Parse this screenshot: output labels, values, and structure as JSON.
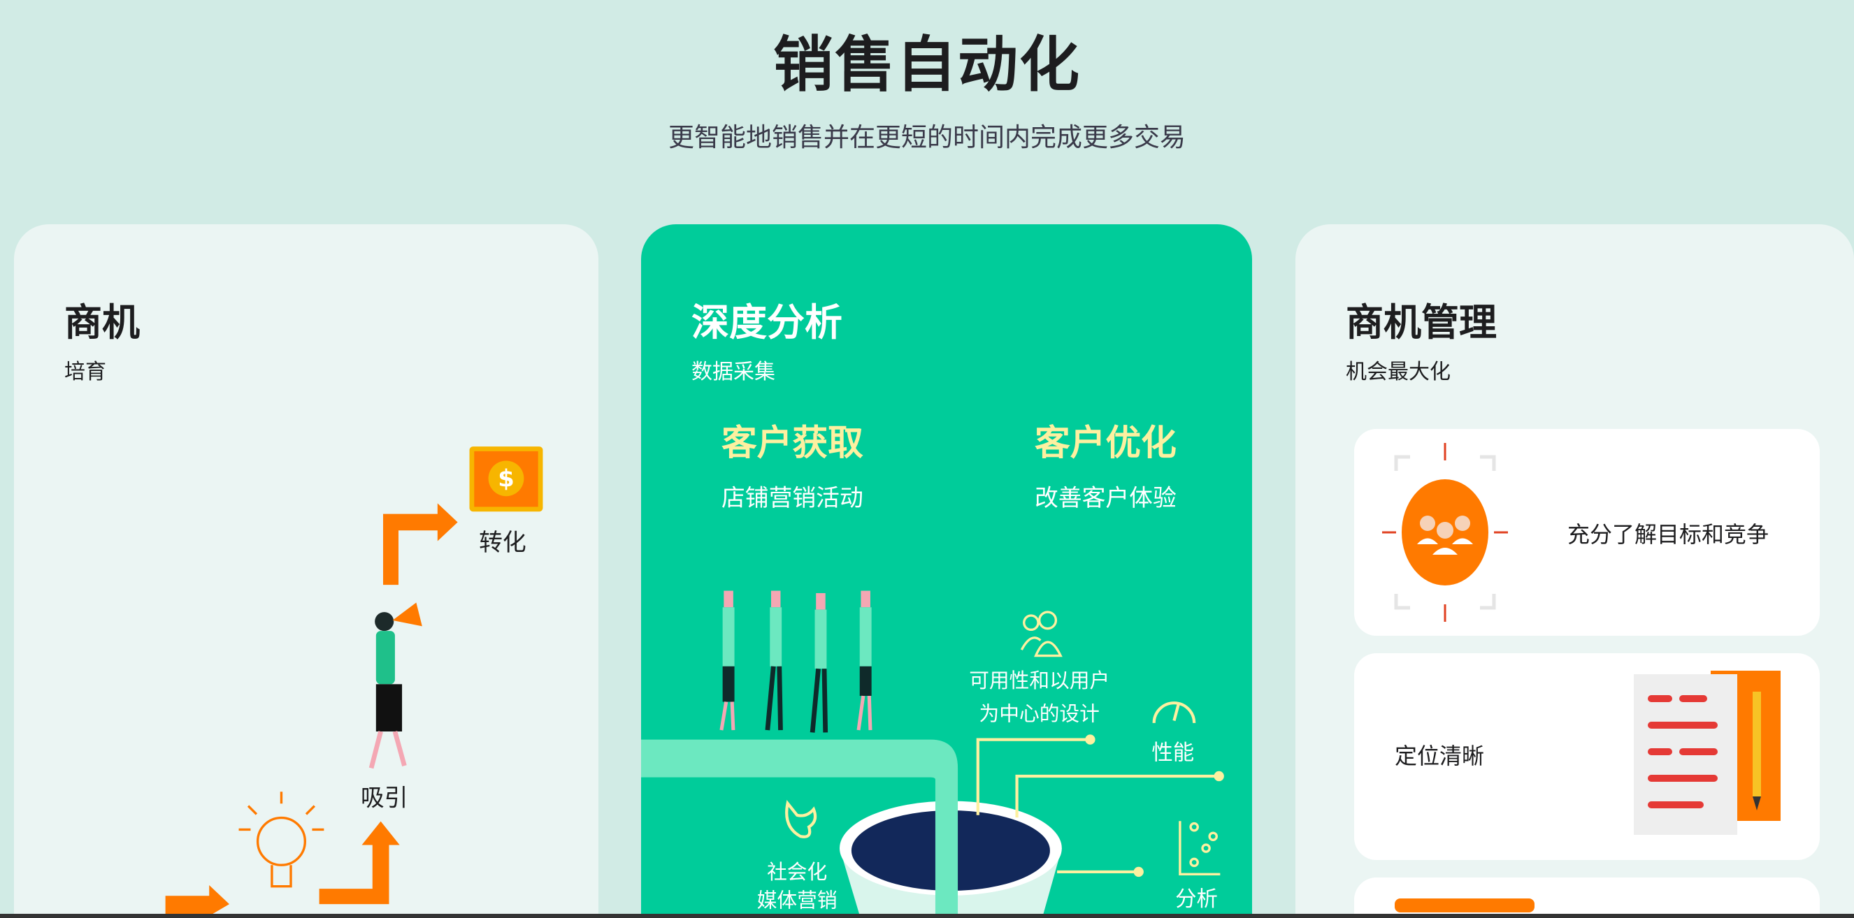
{
  "header": {
    "title": "销售自动化",
    "subtitle": "更智能地销售并在更短的时间内完成更多交易"
  },
  "cards": [
    {
      "title": "商机",
      "subtitle": "培育",
      "labels": {
        "convert": "转化",
        "attract": "吸引"
      }
    },
    {
      "title": "深度分析",
      "subtitle": "数据采集",
      "columns": [
        {
          "heading": "客户获取",
          "text": "店铺营销活动"
        },
        {
          "heading": "客户优化",
          "text": "改善客户体验"
        }
      ],
      "labels": {
        "usability_1": "可用性和以用户",
        "usability_2": "为中心的设计",
        "performance": "性能",
        "social_1": "社会化",
        "social_2": "媒体营销",
        "analysis": "分析"
      }
    },
    {
      "title": "商机管理",
      "subtitle": "机会最大化",
      "items": [
        {
          "text": "充分了解目标和竞争"
        },
        {
          "text": "定位清晰"
        }
      ]
    }
  ],
  "colors": {
    "background": "#d1ebe5",
    "card_light": "#ebf5f3",
    "card_green": "#00cc9a",
    "accent_orange": "#ff7a00",
    "highlight_yellow": "#fdf0a0"
  }
}
